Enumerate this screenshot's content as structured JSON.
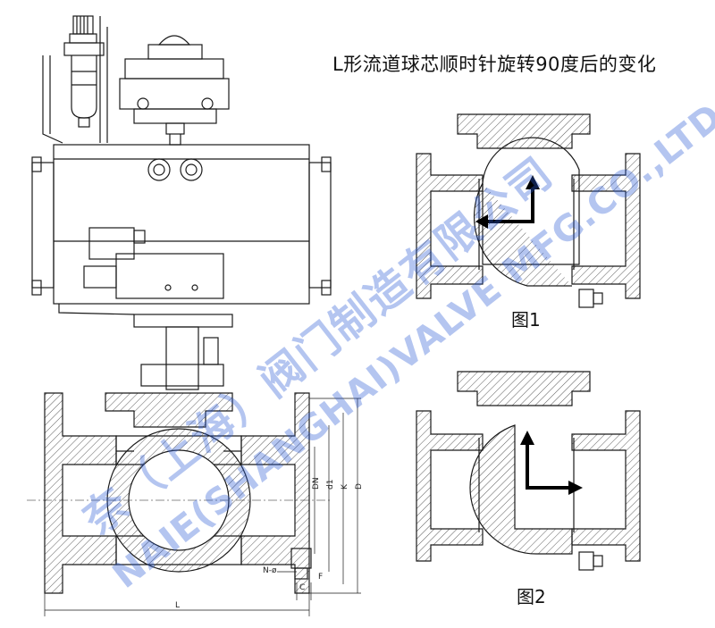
{
  "title": "L形流道球芯顺时针旋转90度后的变化",
  "figures": [
    {
      "label": "图1"
    },
    {
      "label": "图2"
    }
  ],
  "dimensions": {
    "dn": "DN",
    "d1": "d1",
    "k": "K",
    "d": "D",
    "n_phi": "N-ø",
    "c": "C",
    "f": "F",
    "l": "L"
  },
  "watermark": "奈（上海）阀门制造有限公司 NAIE(SHANGHAI)VALVE MFG.CO.,LTD.",
  "colors": {
    "line": "#1a1a1a",
    "arrow": "#000000",
    "watermark": "#2a5bd7"
  }
}
